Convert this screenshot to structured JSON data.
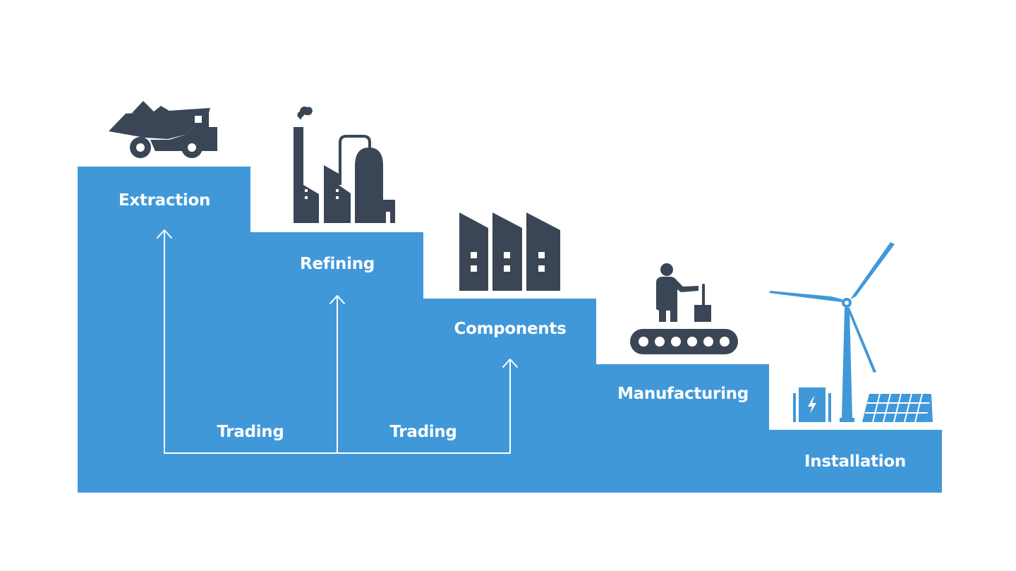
{
  "diagram": {
    "type": "supply-chain-staircase",
    "colors": {
      "step_fill": "#4098d9",
      "icon_dark": "#3a4655",
      "icon_blue": "#4098d9",
      "text": "#ffffff",
      "background": "#ffffff"
    },
    "stages": [
      {
        "id": "extraction",
        "label": "Extraction",
        "icon": "mining-truck-icon"
      },
      {
        "id": "refining",
        "label": "Refining",
        "icon": "refinery-icon"
      },
      {
        "id": "components",
        "label": "Components",
        "icon": "factory-buildings-icon"
      },
      {
        "id": "manufacturing",
        "label": "Manufacturing",
        "icon": "conveyor-worker-icon"
      },
      {
        "id": "installation",
        "label": "Installation",
        "icon": "wind-turbine-solar-battery-icon"
      }
    ],
    "trading": [
      {
        "label": "Trading",
        "from": "refining",
        "to": "extraction"
      },
      {
        "label": "Trading",
        "from": "refining",
        "to": "components"
      }
    ]
  }
}
